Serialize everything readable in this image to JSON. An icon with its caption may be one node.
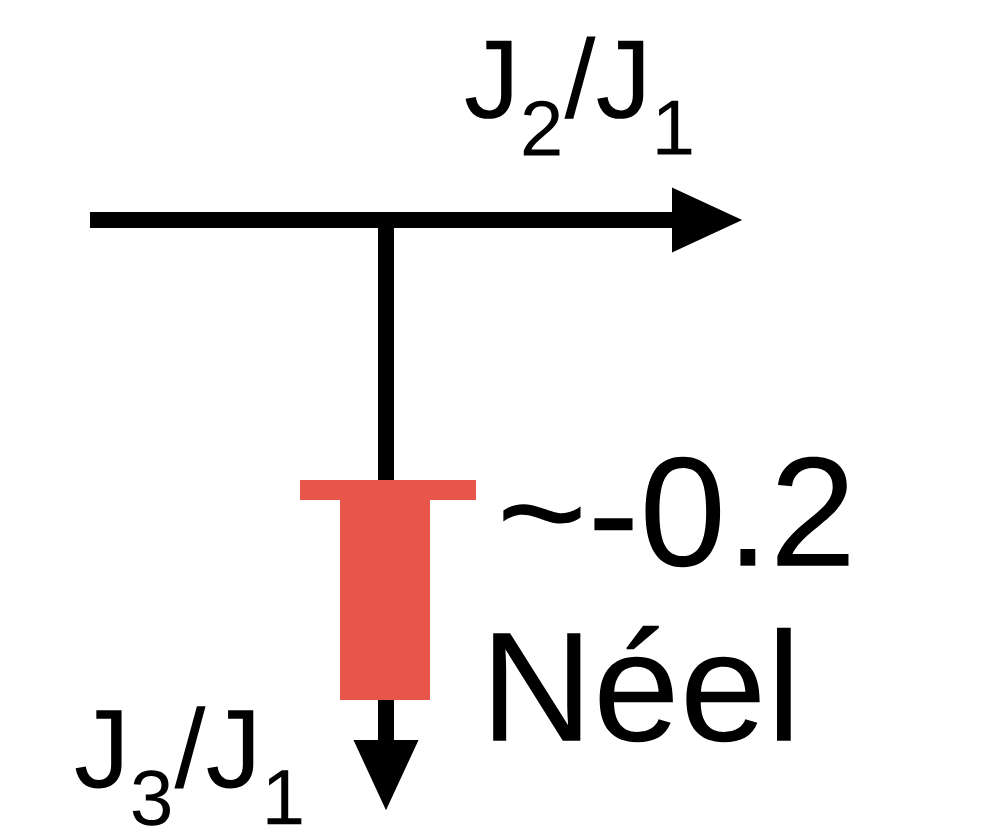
{
  "diagram": {
    "labels": [
      "J$_{2}$/J$_{1}$",
      "~-0.2",
      "Néel",
      "J$_{3}$/J$_{1}$"
    ]
  }
}
